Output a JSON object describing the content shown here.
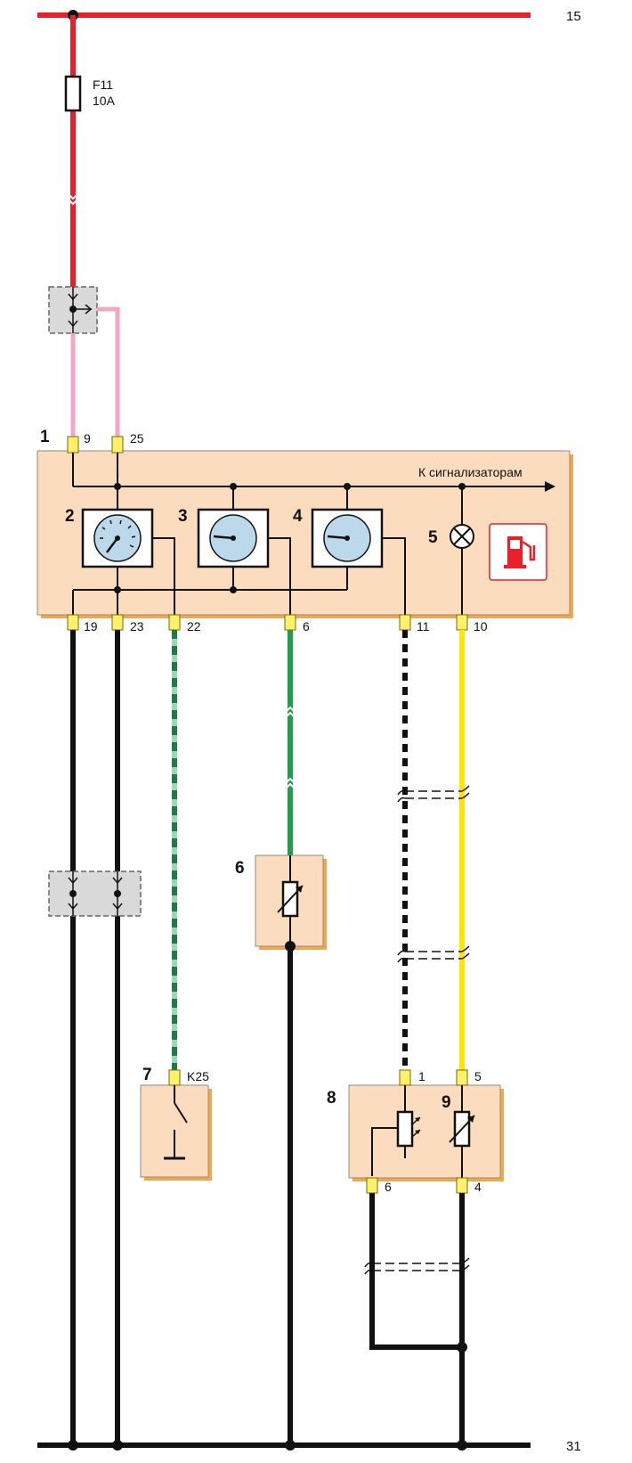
{
  "rails": {
    "top_label": "15",
    "bottom_label": "31"
  },
  "fuse": {
    "name": "F11",
    "rating": "10A"
  },
  "instrument_cluster": {
    "number": "1",
    "warning_label": "К сигнализаторам",
    "gauges": [
      "2",
      "3",
      "4"
    ],
    "lamp": "5",
    "icon": "fuel-pump-icon",
    "pins_top": [
      "9",
      "25"
    ],
    "pins_bottom": [
      "19",
      "23",
      "22",
      "6",
      "11",
      "10"
    ]
  },
  "components": {
    "sensor_6": "6",
    "switch_7": "7",
    "switch_7_pin": "K25",
    "unit_8": "8",
    "sensor_9": "9",
    "unit_8_pins_top": [
      "1",
      "5"
    ],
    "unit_8_pins_bottom": [
      "6",
      "4"
    ]
  },
  "wire_colors": {
    "red": "#e8202a",
    "pink": "#f2a7c8",
    "black": "#111111",
    "green": "#1f9e4a",
    "green_stripe": "#9ed8b3",
    "yellow": "#ffe500",
    "white_stripe": "#ffffff",
    "component_fill": "#fbdcbe",
    "component_shadow": "#f4a64a",
    "connector_yellow": "#fff06a",
    "gauge_face": "#bcd9ec",
    "connector_grey": "#d9d9d9"
  }
}
